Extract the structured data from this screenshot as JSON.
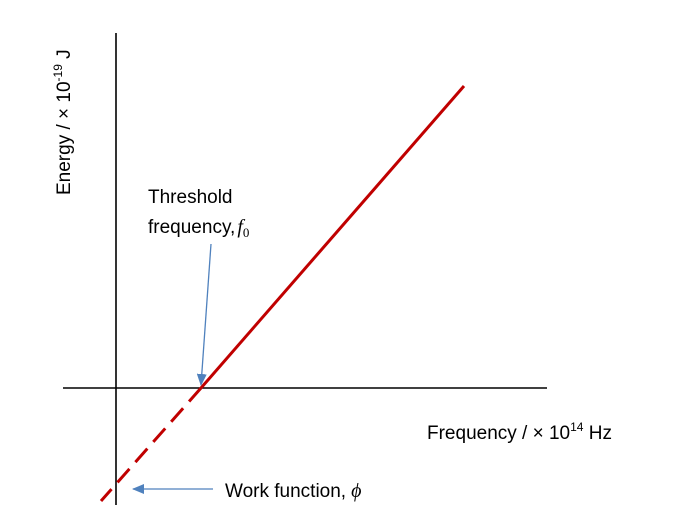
{
  "diagram": {
    "y_axis": {
      "text": "Energy / × 10",
      "exponent": "-19",
      "unit": " J"
    },
    "x_axis": {
      "text": "Frequency / × 10",
      "exponent": "14",
      "unit": " Hz"
    },
    "threshold_label": {
      "line1": "Threshold",
      "line2": "frequency,",
      "symbol": "f",
      "subscript": "0"
    },
    "work_function_label": {
      "text": "Work function,",
      "symbol": "ϕ"
    },
    "colors": {
      "graph_line": "#c00000",
      "pointer_arrow": "#4f81bd",
      "axes": "#000000"
    }
  }
}
